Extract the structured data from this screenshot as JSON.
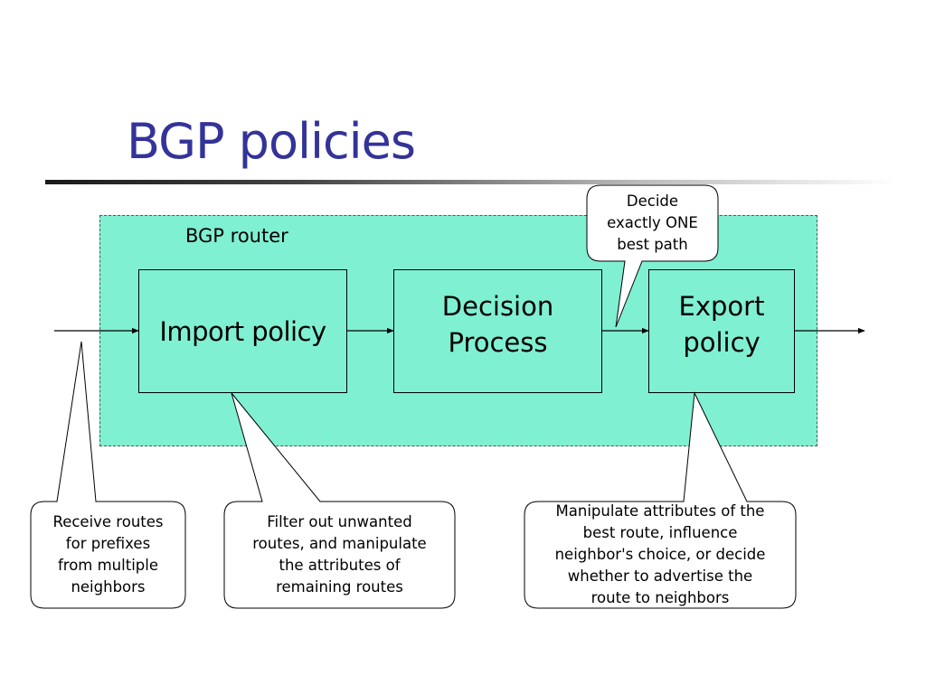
{
  "slide": {
    "title": "BGP policies"
  },
  "router": {
    "label": "BGP router"
  },
  "boxes": {
    "import_policy": "Import policy",
    "decision_process": "Decision\nProcess",
    "export_policy": "Export\npolicy"
  },
  "callouts": {
    "best_path": "Decide\nexactly ONE\nbest path",
    "receive_routes": "Receive routes\nfor prefixes\nfrom multiple\nneighbors",
    "filter_routes": "Filter out unwanted\nroutes, and manipulate\nthe attributes of\nremaining routes",
    "manipulate_attributes": "Manipulate attributes of the\nbest route, influence\nneighbor's choice, or decide\nwhether to advertise the\nroute to neighbors"
  },
  "colors": {
    "title": "#333399",
    "router_fill": "#80f0d2",
    "stroke": "#000000"
  }
}
